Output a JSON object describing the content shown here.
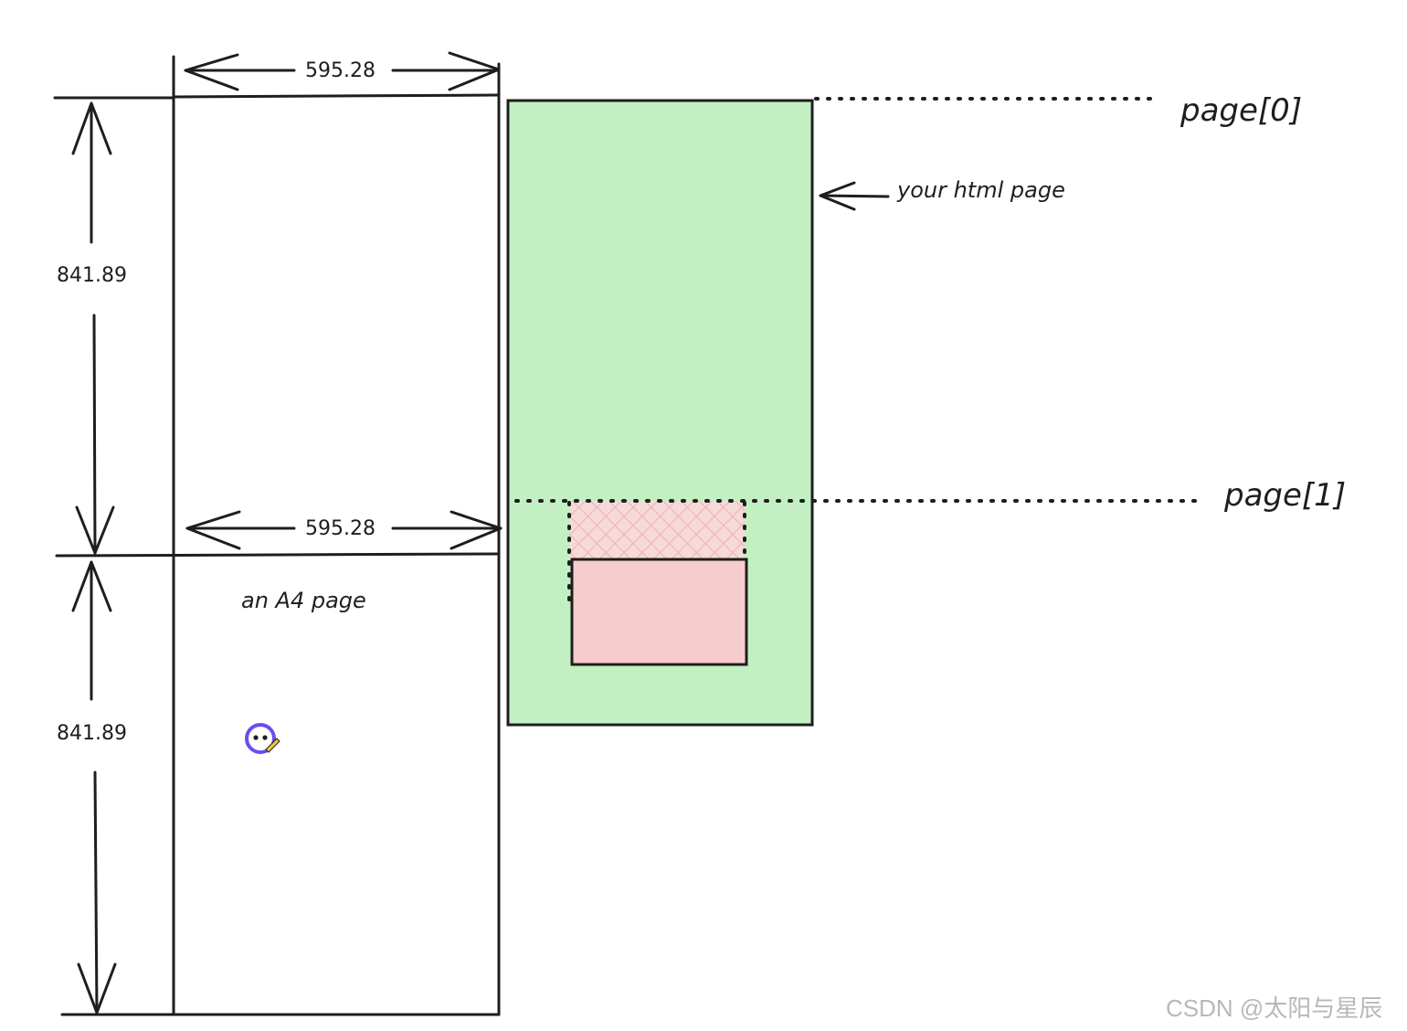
{
  "labels": {
    "top_width": "595.28",
    "mid_width": "595.28",
    "upper_height": "841.89",
    "lower_height": "841.89",
    "a4_page": "an A4 page",
    "html_page": "your html page",
    "page0": "page[0]",
    "page1": "page[1]"
  },
  "colors": {
    "html_page_fill": "#c2f0c2",
    "element_fill": "#f6cccc",
    "stroke": "#1e1e1e",
    "cursor_accent": "#6c4cf1"
  },
  "icons": {
    "cursor": "excalidraw-cursor-icon"
  },
  "watermark": "CSDN @太阳与星辰"
}
